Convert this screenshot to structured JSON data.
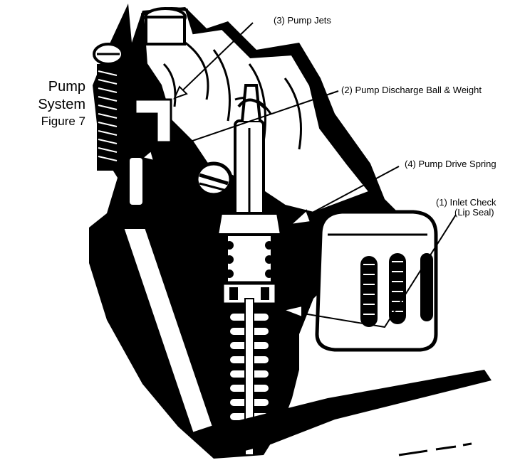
{
  "figure": {
    "title_line1": "Pump",
    "title_line2": "System",
    "title_line3": "Figure 7"
  },
  "callouts": {
    "pump_jets": "(3)  Pump Jets",
    "discharge": "(2)  Pump Discharge Ball & Weight",
    "drive_spring": "(4)  Pump Drive Spring",
    "inlet_check_1": "(1)  Inlet Check",
    "inlet_check_2": "(Lip Seal)"
  },
  "colors": {
    "ink": "#000000",
    "paper": "#ffffff"
  }
}
